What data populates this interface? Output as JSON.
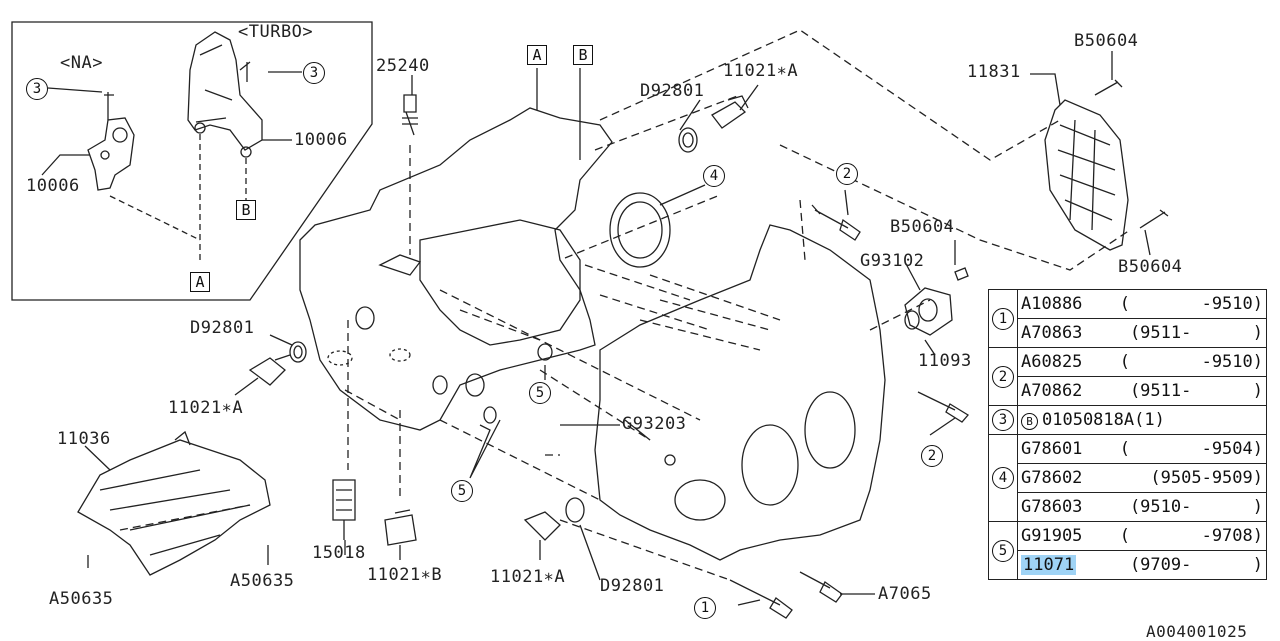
{
  "inset": {
    "turbo_label": "<TURBO>",
    "na_label": "<NA>",
    "label_10006_turbo": "10006",
    "label_10006_na": "10006",
    "ref_3a": "3",
    "ref_3b": "3",
    "box_a": "A",
    "box_b": "B"
  },
  "callouts": {
    "p25240": "25240",
    "box_a_top": "A",
    "box_b_top": "B",
    "d92801_top": "D92801",
    "p11021a_top": "11021∗A",
    "c4": "4",
    "p11831": "11831",
    "b50604_top": "B50604",
    "b50604_mid": "B50604",
    "b50604_right": "B50604",
    "c2_top": "2",
    "g93102": "G93102",
    "p11093": "11093",
    "c2_bottom": "2",
    "d92801_left": "D92801",
    "p11021a_left": "11021∗A",
    "c5_mid": "5",
    "g93203": "G93203",
    "c5_bottom": "5",
    "p11036": "11036",
    "a50635_left": "A50635",
    "a50635_right": "A50635",
    "p15018": "15018",
    "p11021b": "11021∗B",
    "p11021a_bottom": "11021∗A",
    "d92801_bottom": "D92801",
    "c1_bottom": "1",
    "a7065": "A7065",
    "diagram_code": "A004001025"
  },
  "parts_table": [
    {
      "ref": "1",
      "rows": [
        {
          "part": "A10886",
          "range": "(       -9510)"
        },
        {
          "part": "A70863",
          "range": "(9511-      )"
        }
      ]
    },
    {
      "ref": "2",
      "rows": [
        {
          "part": "A60825",
          "range": "(       -9510)"
        },
        {
          "part": "A70862",
          "range": "(9511-      )"
        }
      ]
    },
    {
      "ref": "3",
      "rows": [
        {
          "circled": "B",
          "part": "01050818A",
          "range": "(1)"
        }
      ]
    },
    {
      "ref": "4",
      "rows": [
        {
          "part": "G78601",
          "range": "(       -9504)"
        },
        {
          "part": "G78602",
          "range": "(9505-9509)"
        },
        {
          "part": "G78603",
          "range": "(9510-      )"
        }
      ]
    },
    {
      "ref": "5",
      "rows": [
        {
          "part": "G91905",
          "range": "(       -9708)"
        },
        {
          "part": "11071",
          "range": "(9709-      )",
          "highlight": true
        }
      ]
    }
  ]
}
